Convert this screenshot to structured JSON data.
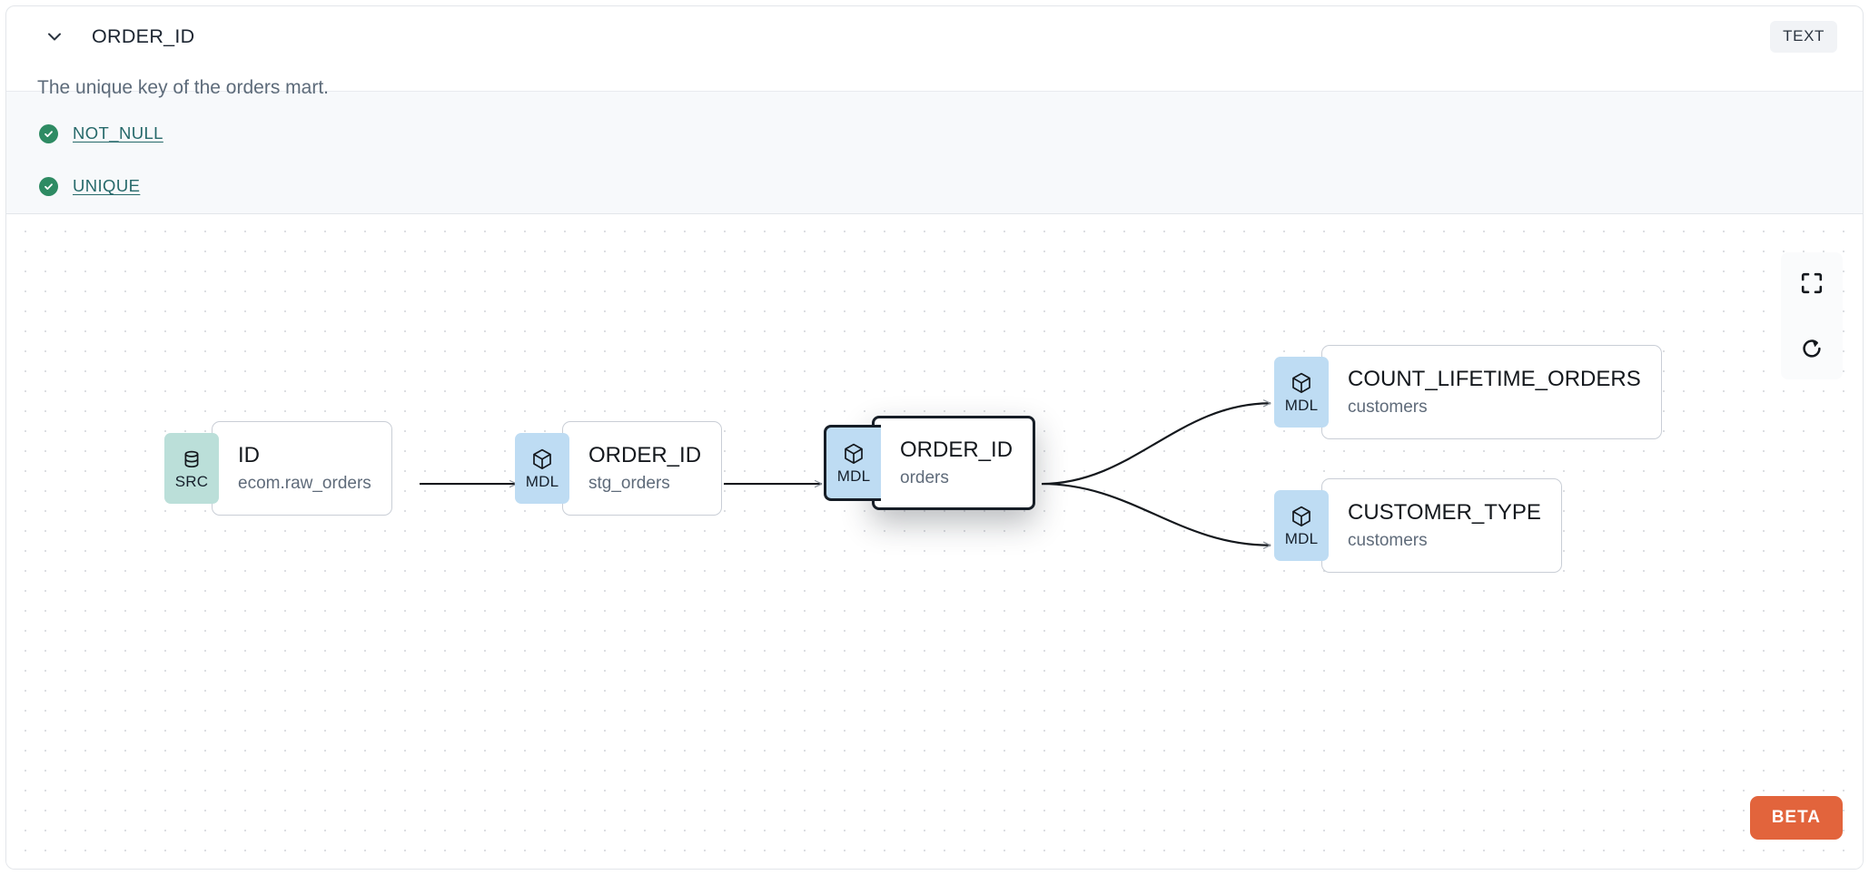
{
  "header": {
    "column_name": "ORDER_ID",
    "data_type_badge": "TEXT",
    "description": "The unique key of the orders mart.",
    "collapse_icon": "chevron-down-icon"
  },
  "tests": [
    {
      "label": "NOT_NULL",
      "status": "passed",
      "icon": "check-circle-icon"
    },
    {
      "label": "UNIQUE",
      "status": "passed",
      "icon": "check-circle-icon"
    }
  ],
  "lineage": {
    "nodes": [
      {
        "id": "src_id",
        "badge": "SRC",
        "badge_icon": "database-icon",
        "name": "ID",
        "resource": "ecom.raw_orders",
        "selected": false
      },
      {
        "id": "stg_order_id",
        "badge": "MDL",
        "badge_icon": "cube-icon",
        "name": "ORDER_ID",
        "resource": "stg_orders",
        "selected": false
      },
      {
        "id": "orders_order_id",
        "badge": "MDL",
        "badge_icon": "cube-icon",
        "name": "ORDER_ID",
        "resource": "orders",
        "selected": true
      },
      {
        "id": "count_lifetime",
        "badge": "MDL",
        "badge_icon": "cube-icon",
        "name": "COUNT_LIFETIME_ORDERS",
        "resource": "customers",
        "selected": false
      },
      {
        "id": "customer_type",
        "badge": "MDL",
        "badge_icon": "cube-icon",
        "name": "CUSTOMER_TYPE",
        "resource": "customers",
        "selected": false
      }
    ],
    "edges": [
      {
        "from": "src_id",
        "to": "stg_order_id"
      },
      {
        "from": "stg_order_id",
        "to": "orders_order_id"
      },
      {
        "from": "orders_order_id",
        "to": "count_lifetime"
      },
      {
        "from": "orders_order_id",
        "to": "customer_type"
      }
    ]
  },
  "controls": [
    {
      "name": "fit-view-button",
      "icon": "fullscreen-icon"
    },
    {
      "name": "reload-button",
      "icon": "refresh-icon"
    }
  ],
  "beta_badge": "BETA",
  "colors": {
    "src_badge": "#bbdfd9",
    "mdl_badge": "#bedcf3",
    "test_pass": "#2e8b63",
    "test_link": "#26696a",
    "beta": "#e2643c",
    "selected_border": "#161d26"
  }
}
